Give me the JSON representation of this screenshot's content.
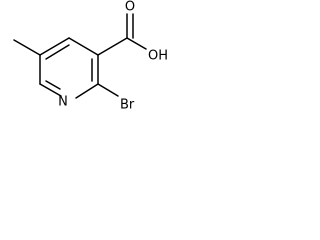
{
  "molecule": {
    "atoms": {
      "nitrogen": "N",
      "bromine": "Br",
      "hydroxyl": "OH",
      "carbonyl_oxygen": "O"
    }
  }
}
